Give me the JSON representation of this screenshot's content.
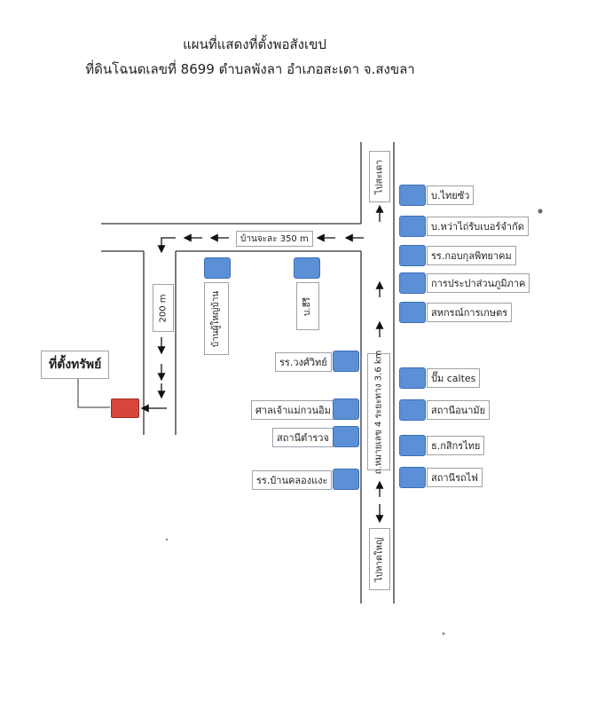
{
  "title": "แผนที่แสดงที่ตั้งพอสังเขป",
  "subtitle": "ที่ดินโฉนดเลขที่ 8699  ตำบลพังลา  อำเภอสะเดา จ.สงขลา",
  "labels": {
    "to_sadao": "ไปสะเดา",
    "to_hatyai": "ไปหาดใหญ่",
    "main_road": "ถ.หมายเลข 4 ระยะทาง 3.6 km",
    "side_road": "บ้านจะละ 350 m",
    "distance_200": "200 m",
    "village_head": "บ้านผู้ใหญ่บ้าน",
    "company_ori": "บ.ฮีรี",
    "property": "ที่ตั้งทรัพย์"
  },
  "right_places": [
    "บ.ไทยซัว",
    "บ.หว่าไถ่รับเบอร์จำกัด",
    "รร.กอบกุลพิทยาคม",
    "การประปาส่วนภูมิภาค",
    "สหกรณ์การเกษตร",
    "ปั๊ม caltes",
    "สถานีอนามัย",
    "ธ.กสิกรไทย",
    "สถานีรถไฟ"
  ],
  "left_places": [
    "รร.วงศ์วิทย์",
    "ศาลเจ้าแม่กวนอิม",
    "สถานีตำรวจ",
    "รร.บ้านคลองแงะ"
  ],
  "colors": {
    "marker": "#5b8fd6",
    "property": "#d8453a"
  }
}
